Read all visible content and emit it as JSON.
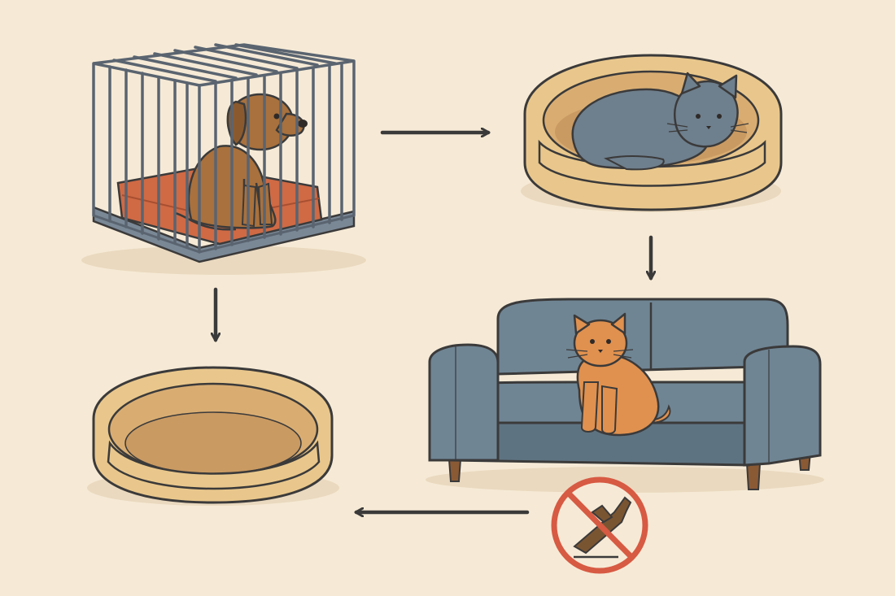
{
  "colors": {
    "background": "#f6ead6",
    "outline": "#3b3a3a",
    "cage_wire": "#5a6470",
    "cage_tray": "#7a8896",
    "crate_cushion": "#cf6a45",
    "dog_fur": "#a9713d",
    "bed_outer": "#e9c78c",
    "bed_inner": "#d9ad72",
    "bed_floor": "#c99a62",
    "gray_cat": "#6e7f8d",
    "sofa": "#6f8594",
    "sofa_dark": "#5e7381",
    "sofa_legs": "#8a5a35",
    "orange_cat": "#e0914f",
    "no_sign": "#d75a43",
    "stick": "#7a5532",
    "arrow": "#3b3a3a"
  },
  "panels": [
    {
      "id": "dog-in-crate",
      "icon": "dog-in-crate-icon"
    },
    {
      "id": "cat-in-bed",
      "icon": "cat-in-bed-icon"
    },
    {
      "id": "cat-on-sofa",
      "icon": "cat-on-sofa-icon"
    },
    {
      "id": "empty-bed",
      "icon": "empty-pet-bed-icon"
    },
    {
      "id": "no-scratching",
      "icon": "no-scratching-sign-icon"
    }
  ],
  "arrows": [
    {
      "from": "dog-in-crate",
      "to": "cat-in-bed",
      "direction": "right"
    },
    {
      "from": "cat-in-bed",
      "to": "cat-on-sofa",
      "direction": "down"
    },
    {
      "from": "dog-in-crate",
      "to": "empty-bed",
      "direction": "down"
    },
    {
      "from": "no-scratching",
      "to": "empty-bed",
      "direction": "left"
    }
  ]
}
